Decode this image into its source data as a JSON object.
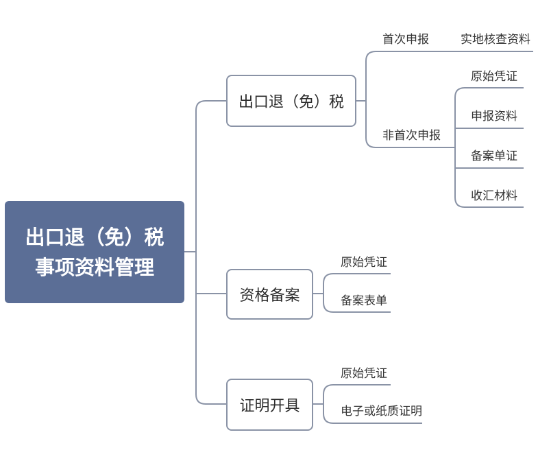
{
  "root": {
    "line1": "出口退（免）税",
    "line2": "事项资料管理"
  },
  "branches": [
    {
      "label": "出口退（免）税",
      "children": [
        {
          "label": "首次申报",
          "children": [
            "实地核查资料"
          ]
        },
        {
          "label": "非首次申报",
          "children": [
            "原始凭证",
            "申报资料",
            "备案单证",
            "收汇材料"
          ]
        }
      ]
    },
    {
      "label": "资格备案",
      "children": [
        "原始凭证",
        "备案表单"
      ]
    },
    {
      "label": "证明开具",
      "children": [
        "原始凭证",
        "电子或纸质证明"
      ]
    }
  ]
}
